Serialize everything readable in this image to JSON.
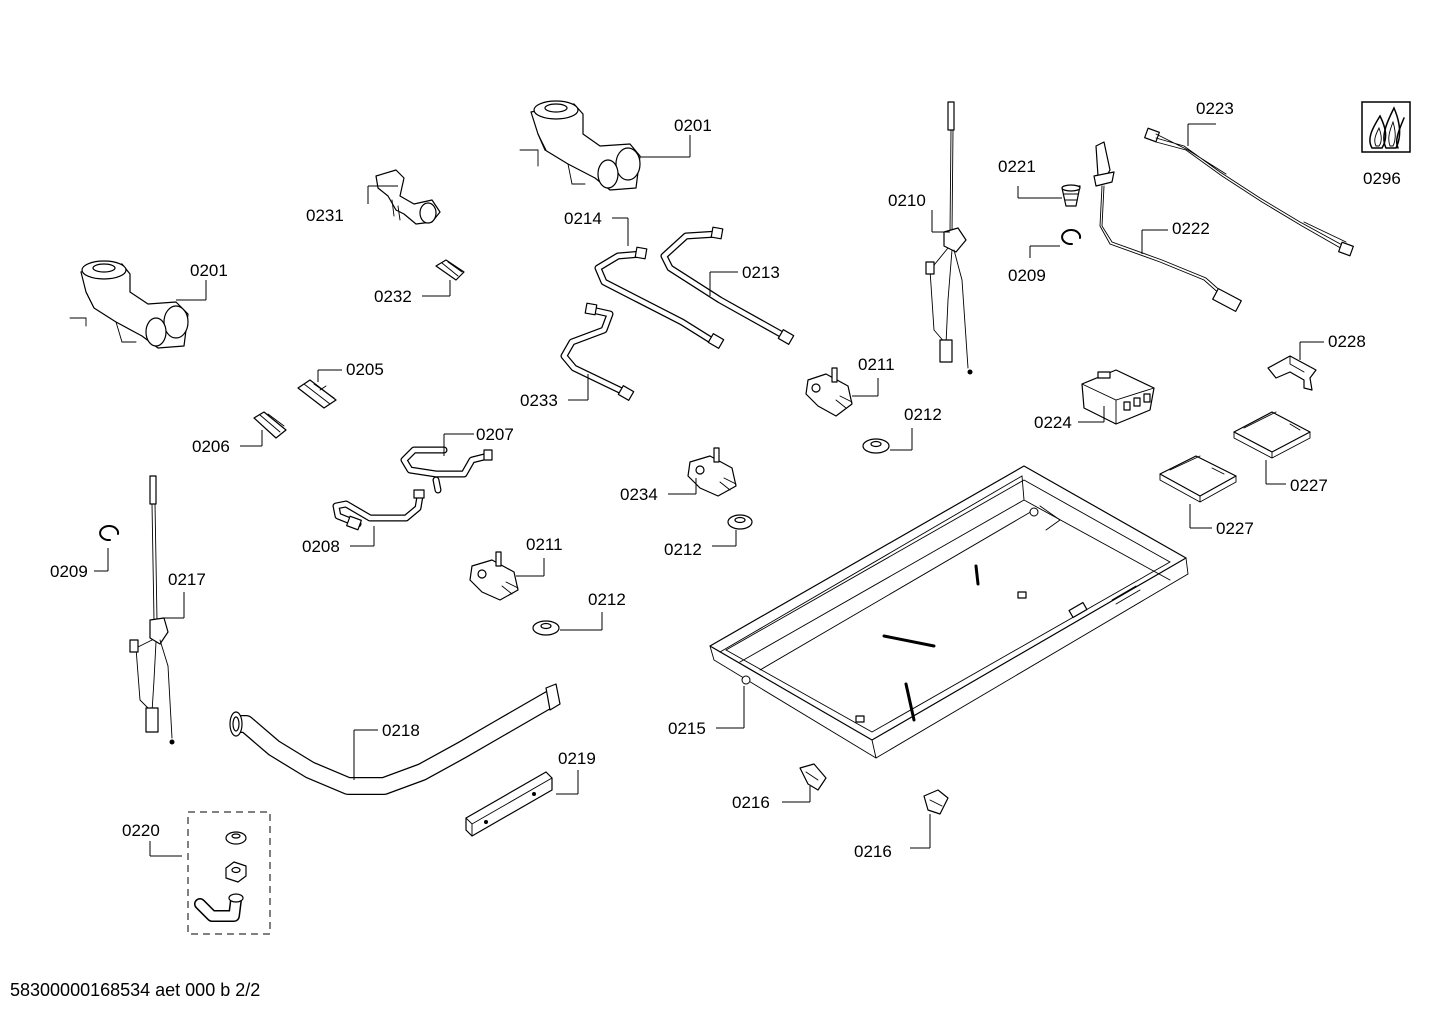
{
  "labels": {
    "p0201a": "0201",
    "p0201b": "0201",
    "p0231": "0231",
    "p0232": "0232",
    "p0205": "0205",
    "p0206": "0206",
    "p0214": "0214",
    "p0213": "0213",
    "p0233": "0233",
    "p0207": "0207",
    "p0208": "0208",
    "p0211a": "0211",
    "p0211b": "0211",
    "p0212a": "0212",
    "p0212b": "0212",
    "p0212c": "0212",
    "p0234": "0234",
    "p0210": "0210",
    "p0221": "0221",
    "p0209a": "0209",
    "p0209b": "0209",
    "p0222": "0222",
    "p0223": "0223",
    "p0296": "0296",
    "p0228": "0228",
    "p0224": "0224",
    "p0227a": "0227",
    "p0227b": "0227",
    "p0217": "0217",
    "p0218": "0218",
    "p0219": "0219",
    "p0215": "0215",
    "p0216a": "0216",
    "p0216b": "0216",
    "p0220": "0220"
  },
  "footer": "58300000168534 aet 000 b 2/2"
}
